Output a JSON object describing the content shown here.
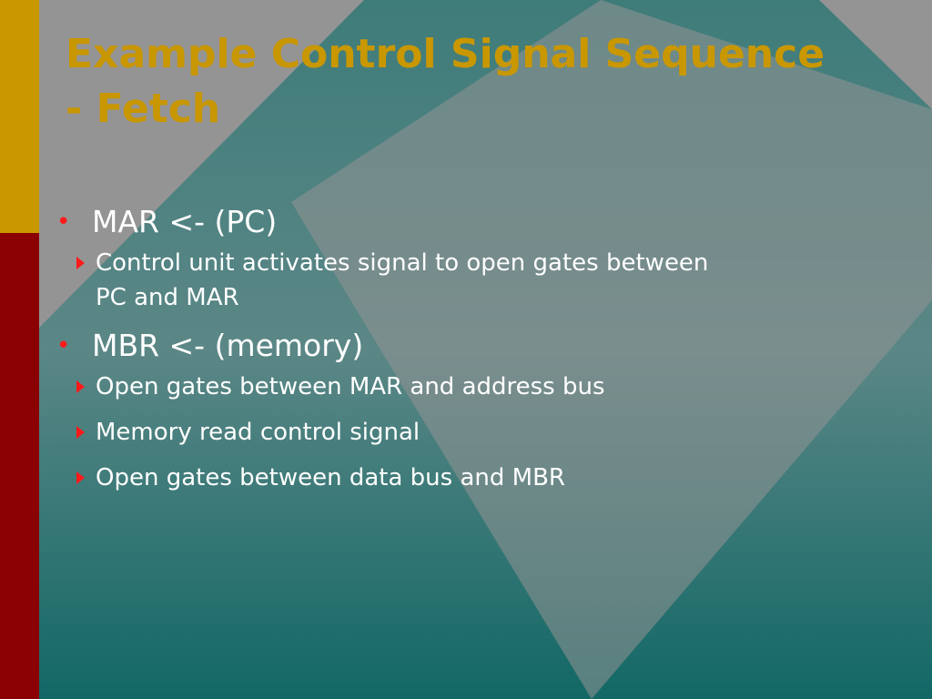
{
  "slide": {
    "title_lines": [
      "Example Control Signal Sequence",
      "- Fetch"
    ],
    "bullets": [
      {
        "text": "MAR <- (PC)",
        "sub": [
          {
            "lines": [
              "Control unit activates signal to open gates between",
              "PC and MAR"
            ]
          }
        ]
      },
      {
        "text": "MBR <- (memory)",
        "sub": [
          {
            "lines": [
              "Open gates between MAR and address bus"
            ]
          },
          {
            "lines": [
              "Memory read control signal"
            ]
          },
          {
            "lines": [
              "Open gates between data bus and MBR"
            ]
          }
        ]
      }
    ]
  },
  "colors": {
    "title": "#c99700",
    "accent_gold": "#c99700",
    "accent_red": "#8b0000",
    "bullet": "#ff1a1a",
    "text": "#ffffff",
    "teal_top": "#3e7c7a",
    "teal_bottom": "#126866",
    "gray": "#949494"
  },
  "icons": {
    "level1_bullet": "red-dot-icon",
    "level2_bullet": "red-arrow-icon"
  }
}
